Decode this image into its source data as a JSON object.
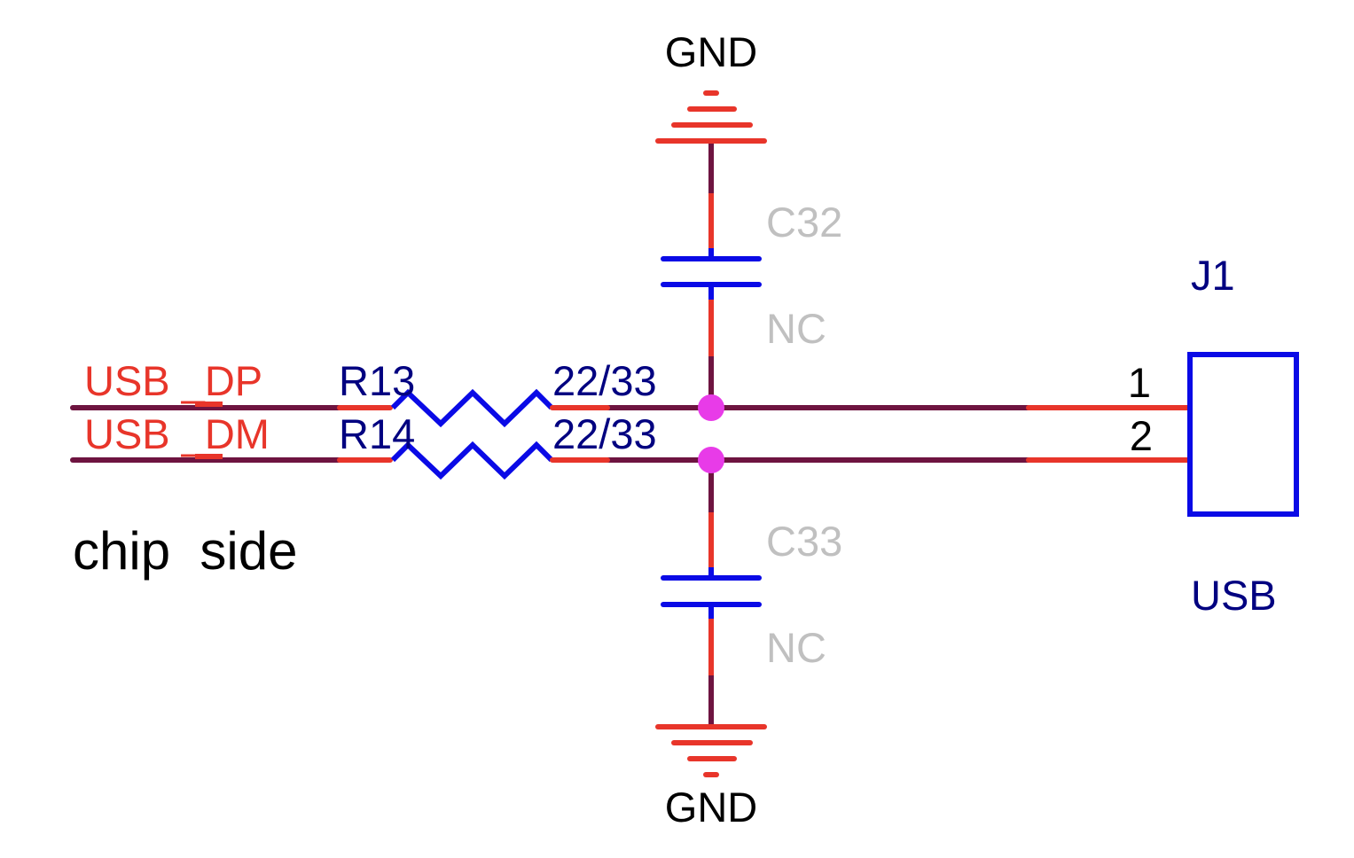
{
  "title": "USB data line schematic",
  "colors": {
    "wire": "#6e1440",
    "pin": "#e8352a",
    "component": "#0a0ae6",
    "designator": "#000080",
    "value_gray": "#c0c0c0",
    "junction": "#e83be8",
    "text": "#000000",
    "net_label": "#e8352a"
  },
  "nets": {
    "dp": "USB _DP",
    "dm": "USB _DM"
  },
  "note": "chip  side",
  "resistors": [
    {
      "designator": "R13",
      "value": "22/33"
    },
    {
      "designator": "R14",
      "value": "22/33"
    }
  ],
  "capacitors": [
    {
      "designator": "C32",
      "value": "NC"
    },
    {
      "designator": "C33",
      "value": "NC"
    }
  ],
  "power": {
    "top": "GND",
    "bottom": "GND"
  },
  "connector": {
    "designator": "J1",
    "value": "USB",
    "pins": [
      "1",
      "2"
    ]
  }
}
